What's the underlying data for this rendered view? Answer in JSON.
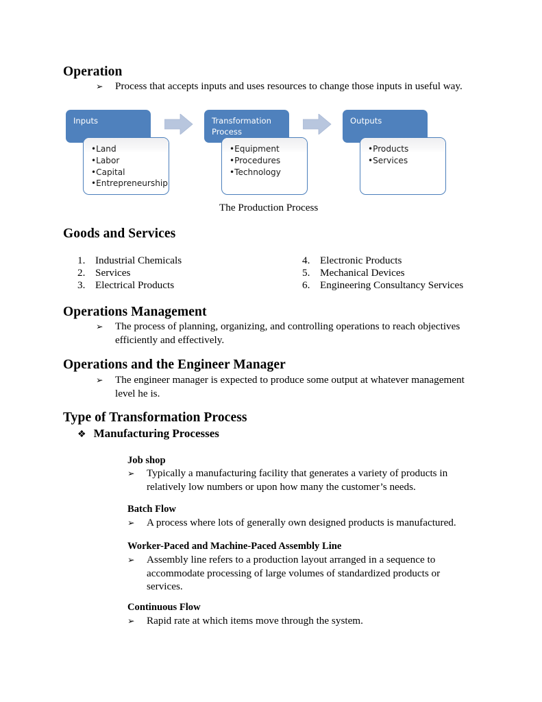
{
  "document": {
    "sections": [
      {
        "heading": "Operation",
        "bullets": [
          "Process that accepts inputs and uses resources to change those inputs in useful way."
        ]
      },
      {
        "heading": "Goods and Services",
        "items_left": [
          {
            "num": "1.",
            "text": "Industrial Chemicals"
          },
          {
            "num": "2.",
            "text": "Services"
          },
          {
            "num": "3.",
            "text": "Electrical Products"
          }
        ],
        "items_right": [
          {
            "num": "4.",
            "text": "Electronic Products"
          },
          {
            "num": "5.",
            "text": "Mechanical Devices"
          },
          {
            "num": "6.",
            "text": "Engineering Consultancy Services"
          }
        ]
      },
      {
        "heading": "Operations Management",
        "bullets": [
          "The process of planning, organizing, and controlling operations to reach objectives efficiently and effectively."
        ]
      },
      {
        "heading": "Operations and the Engineer Manager",
        "bullets": [
          "The engineer manager is expected to produce some output at whatever management level he is."
        ]
      },
      {
        "heading": "Type of Transformation Process",
        "diamond_item": "Manufacturing Processes",
        "subsections": [
          {
            "title": "Job shop",
            "body": "Typically a manufacturing facility that generates a variety of products in relatively low numbers or upon how many the customer’s needs."
          },
          {
            "title": "Batch Flow",
            "body": "A process where lots of generally own designed products is manufactured."
          },
          {
            "title": "Worker-Paced and Machine-Paced Assembly Line",
            "body": "Assembly line refers to a production layout arranged in a sequence to accommodate processing of large volumes of standardized products or services."
          },
          {
            "title": "Continuous Flow",
            "body": "Rapid rate at which items move through the system."
          }
        ]
      }
    ]
  },
  "diagram": {
    "caption": "The Production Process",
    "colors": {
      "header_blue": "#4F81BD",
      "box_border": "#4A7EBB",
      "arrow_fill": "#B8C6DE",
      "arrow_stroke": "#A8B8D4"
    },
    "stages": [
      {
        "header": "Inputs",
        "header_line2": "",
        "items": [
          "•Land",
          "•Labor",
          "•Capital",
          "•Entrepreneurship"
        ]
      },
      {
        "header": "Transformation",
        "header_line2": "Process",
        "items": [
          "•Equipment",
          "•Procedures",
          "•Technology"
        ]
      },
      {
        "header": "Outputs",
        "header_line2": "",
        "items": [
          "•Products",
          "•Services"
        ]
      }
    ]
  },
  "glyphs": {
    "arrow_bullet": "➢",
    "diamond_bullet": "❖"
  }
}
